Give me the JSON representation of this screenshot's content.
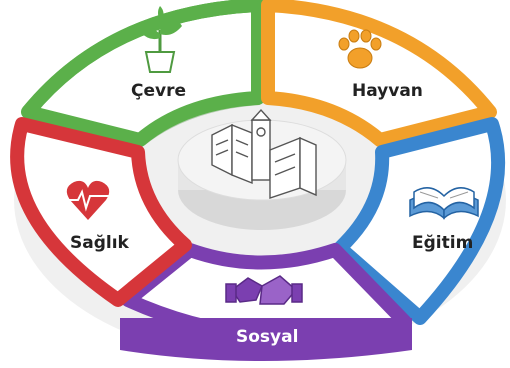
{
  "segments": [
    {
      "id": "cevre",
      "label": "Çevre",
      "icon": "plant-icon",
      "color": "#5bb04a",
      "side": "#3f8a33"
    },
    {
      "id": "hayvan",
      "label": "Hayvan",
      "icon": "paw-icon",
      "color": "#f2a02a",
      "side": "#c97d12"
    },
    {
      "id": "egitim",
      "label": "Eğitim",
      "icon": "book-icon",
      "color": "#3a86cf",
      "side": "#2463a3"
    },
    {
      "id": "sosyal",
      "label": "Sosyal",
      "icon": "handshake-icon",
      "color": "#7b3fb0",
      "side": "#5a2a87"
    },
    {
      "id": "saglik",
      "label": "Sağlık",
      "icon": "heart-icon",
      "color": "#d6363a",
      "side": "#a5232a"
    }
  ],
  "center": {
    "icon": "school-building-icon",
    "platform_color": "#f4f4f4"
  }
}
